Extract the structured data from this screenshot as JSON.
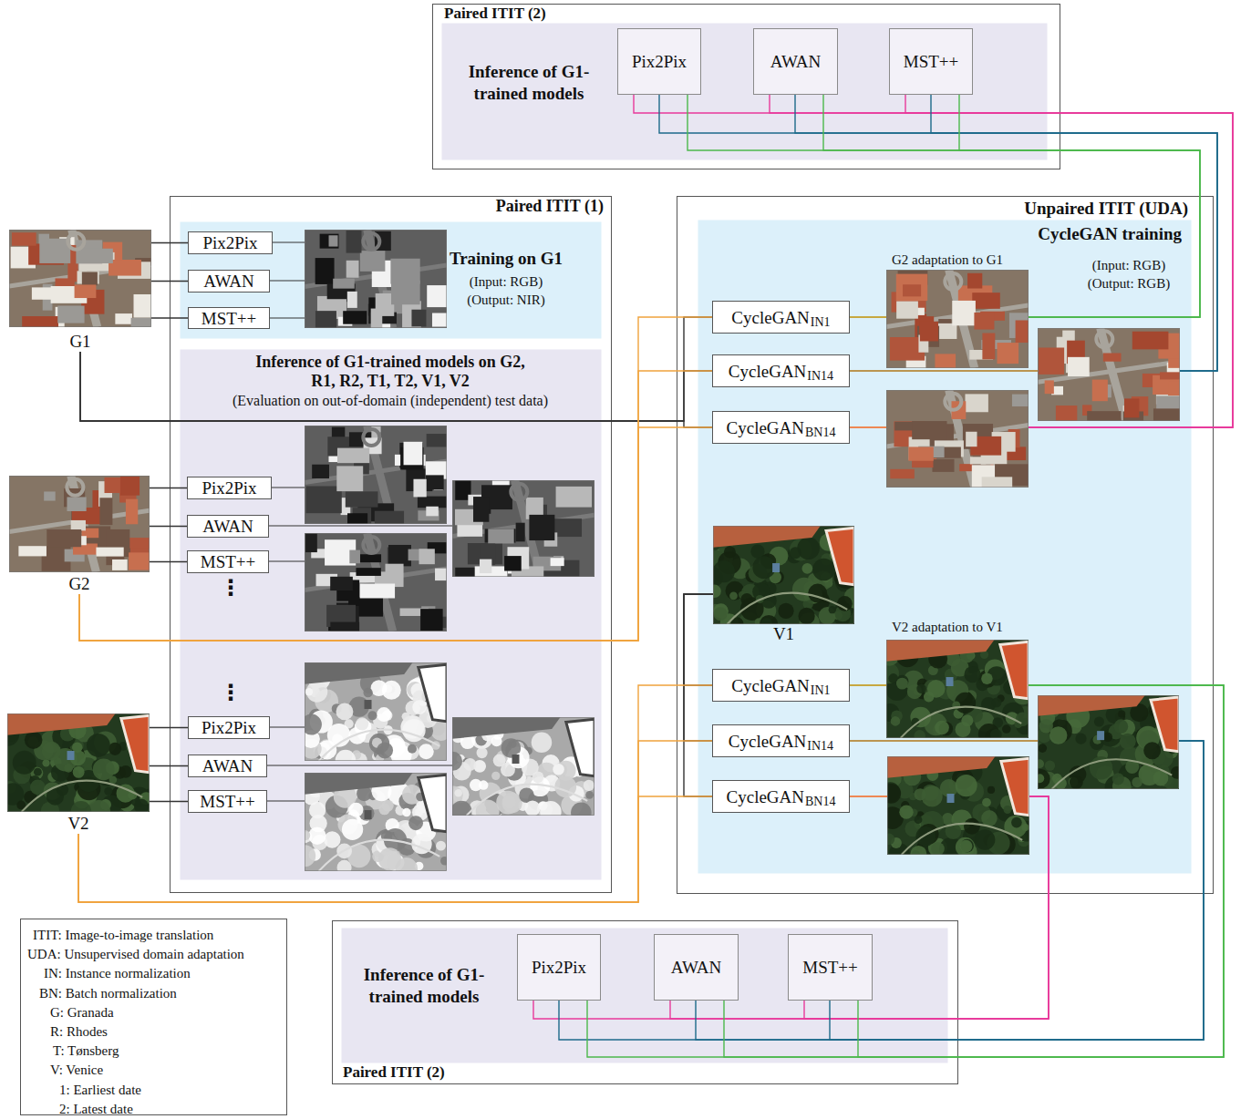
{
  "diagram": {
    "nodes": [
      {
        "text": [
          "Paired ITIT (2)"
        ]
      },
      {
        "text": [
          "Inference of G1-trained models"
        ],
        "in": 0
      },
      {
        "text": [
          "Pix2Pix"
        ],
        "in": 1
      },
      {
        "text": [
          "AWAN"
        ],
        "in": 1
      },
      {
        "text": [
          "MST++"
        ],
        "in": 1
      },
      {
        "text": [
          "G1"
        ]
      },
      {
        "text": [
          "Paired ITIT (1)"
        ]
      },
      {
        "text": [
          "Training on G1",
          "(Input: RGB) (Output: NIR)"
        ],
        "in": 6
      },
      {
        "text": [
          "Pix2Pix"
        ],
        "in": 7
      },
      {
        "text": [
          "AWAN"
        ],
        "in": 7
      },
      {
        "text": [
          "MST++"
        ],
        "in": 7
      },
      {
        "text": [
          "Inference of G1-trained models on G2, R1, R2, T1, T2, V1, V2",
          "(Evaluation on out-of-domain (independent) test data)"
        ],
        "in": 6
      },
      {
        "text": [
          "Pix2Pix"
        ],
        "in": 11
      },
      {
        "text": [
          "AWAN"
        ],
        "in": 11
      },
      {
        "text": [
          "MST++"
        ],
        "in": 11
      },
      {
        "text": [
          "Pix2Pix"
        ],
        "in": 11
      },
      {
        "text": [
          "AWAN"
        ],
        "in": 11
      },
      {
        "text": [
          "MST++"
        ],
        "in": 11
      },
      {
        "text": [
          "Unpaired ITIT (UDA)"
        ]
      },
      {
        "text": [
          "CycleGAN training",
          "(Input: RGB) (Output: RGB)"
        ],
        "in": 18
      },
      {
        "text": [
          "CycleGAN",
          "IN1"
        ],
        "in": 19
      },
      {
        "text": [
          "CycleGAN",
          "IN14"
        ],
        "in": 19
      },
      {
        "text": [
          "CycleGAN",
          "BN14"
        ],
        "in": 19
      },
      {
        "text": [
          "V1"
        ],
        "in": 19
      },
      {
        "text": [
          "CycleGAN",
          "IN1"
        ],
        "in": 19
      },
      {
        "text": [
          "CycleGAN",
          "IN14"
        ],
        "in": 19
      },
      {
        "text": [
          "CycleGAN",
          "BN14"
        ],
        "in": 19
      },
      {
        "text": [
          "G2"
        ]
      },
      {
        "text": [
          "V2"
        ]
      },
      {
        "text": [
          "Paired ITIT (2)"
        ]
      },
      {
        "text": [
          "Inference of G1-trained models"
        ],
        "in": 29
      },
      {
        "text": [
          "Pix2Pix"
        ],
        "in": 30
      },
      {
        "text": [
          "AWAN"
        ],
        "in": 30
      },
      {
        "text": [
          "MST++"
        ],
        "in": 30
      }
    ],
    "edges": [
      {
        "from": 5,
        "to": 8,
        "arrow": "none"
      },
      {
        "from": 5,
        "to": 9,
        "arrow": "none"
      },
      {
        "from": 5,
        "to": 10,
        "arrow": "none"
      },
      {
        "from": 27,
        "to": 12,
        "arrow": "none"
      },
      {
        "from": 27,
        "to": 13,
        "arrow": "none"
      },
      {
        "from": 27,
        "to": 14,
        "arrow": "none"
      },
      {
        "from": 28,
        "to": 15,
        "arrow": "none"
      },
      {
        "from": 28,
        "to": 16,
        "arrow": "none"
      },
      {
        "from": 28,
        "to": 17,
        "arrow": "none"
      },
      {
        "from": 5,
        "to": 20,
        "arrow": "none"
      },
      {
        "from": 5,
        "to": 21,
        "arrow": "none"
      },
      {
        "from": 5,
        "to": 22,
        "arrow": "none"
      },
      {
        "from": 27,
        "to": 20,
        "arrow": "none"
      },
      {
        "from": 27,
        "to": 21,
        "arrow": "none"
      },
      {
        "from": 27,
        "to": 22,
        "arrow": "none"
      },
      {
        "from": 23,
        "to": 24,
        "arrow": "none"
      },
      {
        "from": 23,
        "to": 25,
        "arrow": "none"
      },
      {
        "from": 23,
        "to": 26,
        "arrow": "none"
      },
      {
        "from": 28,
        "to": 24,
        "arrow": "none"
      },
      {
        "from": 28,
        "to": 25,
        "arrow": "none"
      },
      {
        "from": 28,
        "to": 26,
        "arrow": "none"
      },
      {
        "from": 22,
        "to": 2,
        "arrow": "none"
      },
      {
        "from": 22,
        "to": 3,
        "arrow": "none"
      },
      {
        "from": 22,
        "to": 4,
        "arrow": "none"
      },
      {
        "from": 21,
        "to": 2,
        "arrow": "none"
      },
      {
        "from": 21,
        "to": 3,
        "arrow": "none"
      },
      {
        "from": 21,
        "to": 4,
        "arrow": "none"
      },
      {
        "from": 20,
        "to": 2,
        "arrow": "none"
      },
      {
        "from": 20,
        "to": 3,
        "arrow": "none"
      },
      {
        "from": 20,
        "to": 4,
        "arrow": "none"
      },
      {
        "from": 26,
        "to": 31,
        "arrow": "none"
      },
      {
        "from": 26,
        "to": 32,
        "arrow": "none"
      },
      {
        "from": 26,
        "to": 33,
        "arrow": "none"
      },
      {
        "from": 25,
        "to": 31,
        "arrow": "none"
      },
      {
        "from": 25,
        "to": 32,
        "arrow": "none"
      },
      {
        "from": 25,
        "to": 33,
        "arrow": "none"
      },
      {
        "from": 24,
        "to": 31,
        "arrow": "none"
      },
      {
        "from": 24,
        "to": 32,
        "arrow": "none"
      },
      {
        "from": 24,
        "to": 33,
        "arrow": "none"
      }
    ],
    "labels": [
      "G2 adaptation to G1",
      "⋮",
      "V2 adaptation to V1",
      "⋮"
    ],
    "legend": [
      {
        "text": "ITIT: Image-to-image translation"
      },
      {
        "text": "UDA: Unsupervised domain adaptation"
      },
      {
        "text": "IN: Instance normalization"
      },
      {
        "text": "BN: Batch normalization"
      },
      {
        "text": "G: Granada"
      },
      {
        "text": "R: Rhodes"
      },
      {
        "text": "T: Tønsberg"
      },
      {
        "text": "V: Venice"
      },
      {
        "text": "1: Earliest date"
      },
      {
        "text": "2: Latest date"
      }
    ]
  }
}
